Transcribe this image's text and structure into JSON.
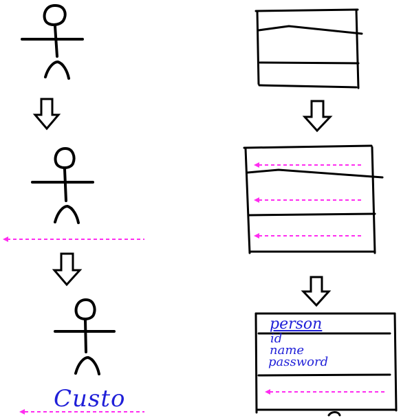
{
  "colors": {
    "ink": "#000000",
    "message": "#ff2cf0",
    "handwriting": "#1f1fd8"
  },
  "left_column": {
    "steps": [
      {
        "shape": "actor-sketch"
      },
      {
        "shape": "actor-sketch-with-lifeline"
      },
      {
        "shape": "actor-sketch-with-label",
        "label": "Custo"
      }
    ]
  },
  "right_column": {
    "steps": [
      {
        "shape": "class-box-sketch"
      },
      {
        "shape": "class-box-sketch-with-messages"
      },
      {
        "shape": "class-box-sketch-with-text",
        "name": "person",
        "attributes": [
          "id",
          "name",
          "password"
        ]
      }
    ]
  },
  "arrows": [
    {
      "direction": "down",
      "icon": "hollow-arrow-down-icon"
    },
    {
      "direction": "down",
      "icon": "hollow-arrow-down-icon"
    },
    {
      "direction": "down",
      "icon": "hollow-arrow-down-icon"
    },
    {
      "direction": "down",
      "icon": "hollow-arrow-down-icon"
    }
  ]
}
